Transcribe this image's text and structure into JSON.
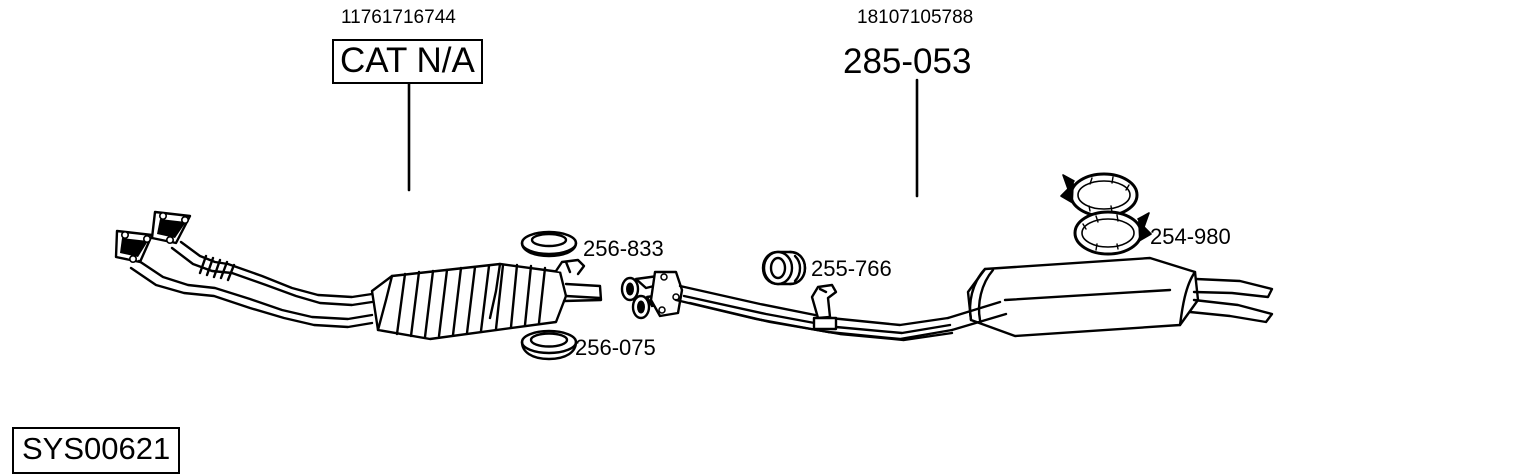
{
  "diagram": {
    "title_code": "SYS00621",
    "callouts": [
      {
        "id": "catalytic-converter",
        "part_number": "11761716744",
        "designation": "CAT N/A",
        "boxed": true
      },
      {
        "id": "rear-silencer",
        "part_number": "18107105788",
        "designation": "285-053",
        "boxed": false
      }
    ],
    "parts": [
      {
        "id": "gasket-ring-upper",
        "label": "256-833",
        "icon": "gasket-ring-icon"
      },
      {
        "id": "gasket-ring-lower",
        "label": "256-075",
        "icon": "gasket-cone-icon"
      },
      {
        "id": "rubber-mount",
        "label": "255-766",
        "icon": "rubber-mount-icon"
      },
      {
        "id": "exhaust-clamps",
        "label": "254-980",
        "icon": "clamp-pair-icon"
      }
    ]
  }
}
